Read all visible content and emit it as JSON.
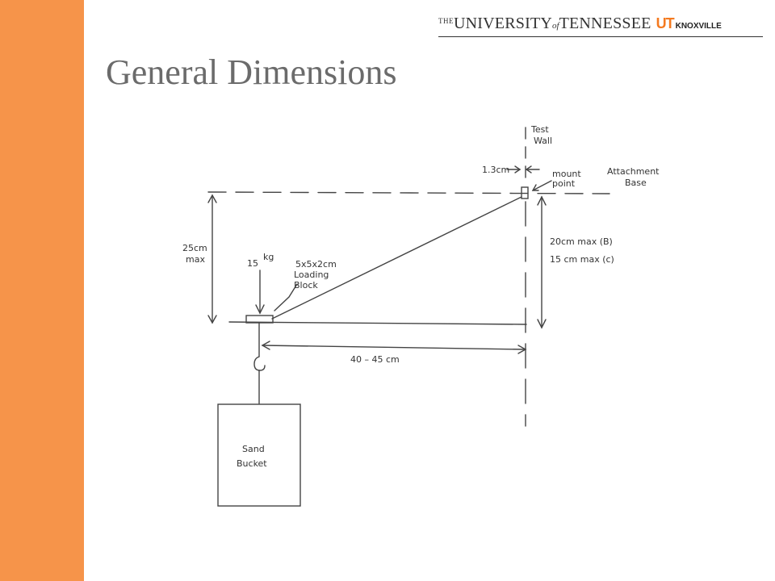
{
  "header": {
    "logo": {
      "the": "THE",
      "university": "UNIVERSITY",
      "of": "of",
      "tennessee": "TENNESSEE",
      "ut": "UT",
      "campus": "KNOXVILLE"
    },
    "title": "General Dimensions"
  },
  "diagram": {
    "test_wall": [
      "Test",
      "Wall"
    ],
    "gap": "1.3cm",
    "mount_point": [
      "mount",
      "point"
    ],
    "attachment_base": [
      "Attachment",
      "Base"
    ],
    "height": [
      "25cm",
      "max"
    ],
    "load": "15",
    "load_unit": "kg",
    "loading_block": [
      "5x5x2cm",
      "Loading",
      "Block"
    ],
    "span_max": [
      "20cm max (B)",
      "15 cm  max (c)"
    ],
    "length": "40 – 45 cm",
    "bucket": [
      "Sand",
      "Bucket"
    ]
  },
  "colors": {
    "sidebar": "#f6944a",
    "title": "#6b6b6b",
    "ut_orange": "#f47a20"
  }
}
